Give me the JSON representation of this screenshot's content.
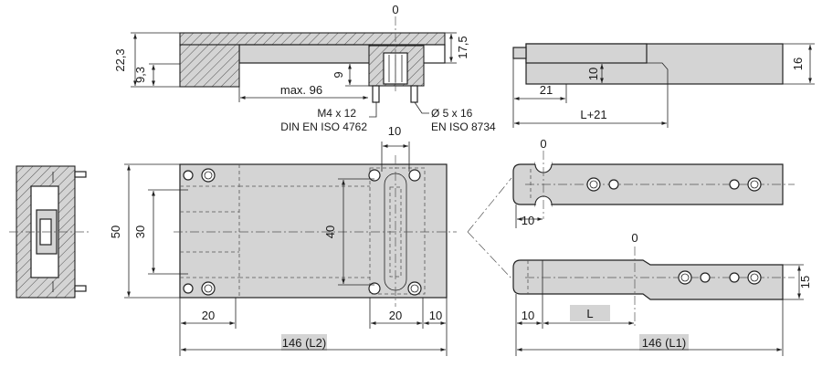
{
  "dimensions": {
    "top_zero": "0",
    "height_total": "22,3",
    "height_step": "9,3",
    "thickness_right": "17,5",
    "clamp_height": "9",
    "max_travel": "max. 96",
    "screw_spec": "M4 x 12",
    "screw_standard": "DIN EN ISO 4762",
    "pin_spec": "Ø 5 x 16",
    "pin_standard": "EN ISO 8734",
    "side_step_height": "10",
    "side_offset": "21",
    "side_length": "L+21",
    "side_height": "16",
    "slot_width": "10",
    "plan_height": "50",
    "hole_spacing_vertical": "30",
    "slot_height": "40",
    "left_hole_offset": "20",
    "slot_offset": "20",
    "edge_offset": "10",
    "plan_length": "146 (L2)",
    "rail_zero_top": "0",
    "rail_top_notch": "10",
    "rail_zero_bottom": "0",
    "rail_bottom_notch": "10",
    "rail_var_length": "L",
    "rail_height": "15",
    "rail_length": "146 (L1)"
  }
}
